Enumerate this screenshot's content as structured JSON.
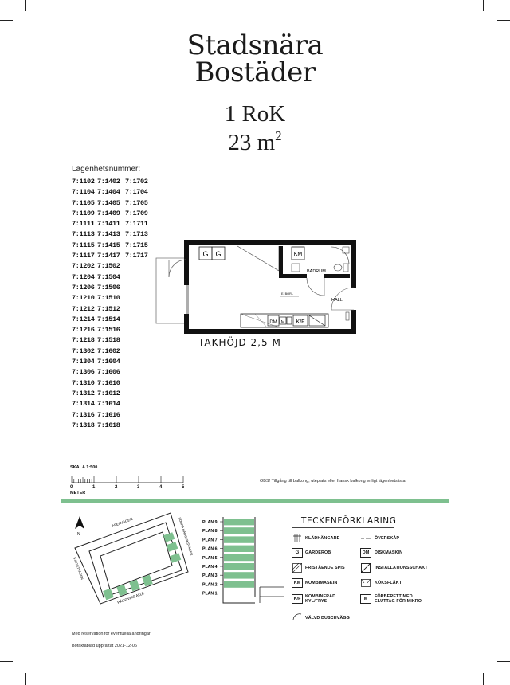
{
  "brand": {
    "line1": "Stadsnära",
    "line2": "Bostäder"
  },
  "apartment": {
    "rooms": "1 RoK",
    "area_value": "23 m",
    "area_sup": "2"
  },
  "units": {
    "title": "Lägenhetsnummer:",
    "col1": [
      "7:1102",
      "7:1104",
      "7:1105",
      "7:1109",
      "7:1111",
      "7:1113",
      "7:1115",
      "7:1117",
      "7:1202",
      "7:1204",
      "7:1206",
      "7:1210",
      "7:1212",
      "7:1214",
      "7:1216",
      "7:1218",
      "7:1302",
      "7:1304",
      "7:1306",
      "7:1310",
      "7:1312",
      "7:1314",
      "7:1316",
      "7:1318"
    ],
    "col2": [
      "7:1402",
      "7:1404",
      "7:1405",
      "7:1409",
      "7:1411",
      "7:1413",
      "7:1415",
      "7:1417",
      "7:1502",
      "7:1504",
      "7:1506",
      "7:1510",
      "7:1512",
      "7:1514",
      "7:1516",
      "7:1518",
      "7:1602",
      "7:1604",
      "7:1606",
      "7:1610",
      "7:1612",
      "7:1614",
      "7:1616",
      "7:1618"
    ],
    "col3": [
      "7:1702",
      "7:1704",
      "7:1705",
      "7:1709",
      "7:1711",
      "7:1713",
      "7:1715",
      "7:1717"
    ]
  },
  "floorplan": {
    "g_label": "G",
    "km_label": "KM",
    "badrum": "BADRUM",
    "hall": "HALL",
    "kf_label": "K/F",
    "dm_label": "DM",
    "m_label": "M",
    "bench_label": "E. BORL",
    "ceiling": "TAKHÖJD 2,5 M"
  },
  "scale": {
    "label": "SKALA 1:500",
    "ticks": [
      "0",
      "1",
      "2",
      "3",
      "4",
      "5"
    ],
    "unit": "METER"
  },
  "balcony_note": "OBS! Tillgång till balkong, uteplats eller fransk balkong enligt lägenhetslista.",
  "siteplan": {
    "north": "N",
    "street_top": "ABEAVÄGEN",
    "street_left": "STAGETVÄGEN",
    "street_right": "SÖDRA HÄGGVIKSVÄGEN",
    "street_bottom": "HÄGGVIKS ALLE"
  },
  "floors": [
    "PLAN 9",
    "PLAN 8",
    "PLAN 7",
    "PLAN 6",
    "PLAN 5",
    "PLAN 4",
    "PLAN 3",
    "PLAN 2",
    "PLAN 1"
  ],
  "legend": {
    "title": "TECKENFÖRKLARING",
    "items": {
      "hanger": "KLÄDHÄNGARE",
      "overskap": "ÖVERSKÅP",
      "gard": "GARDEROB",
      "disk": "DISKMASKIN",
      "spis": "FRISTÅENDE SPIS",
      "schakt": "INSTALLATIONSSCHAKT",
      "flakt": "KÖKSFLÄKT",
      "kombi": "KOMBIMASKIN",
      "kylfrys": "KOMBINERAD\nKYL/FRYS",
      "mikro": "FÖRBERETT MED\nELUTTAG FÖR MIKRO",
      "valvd": "VÄLVD DUSCHVÄGG"
    },
    "icons": {
      "gard": "G",
      "disk": "DM",
      "kombi": "KM",
      "kylfrys": "K/F",
      "mikro": "M"
    }
  },
  "footer": {
    "reservation": "Med reservation för eventuella ändringar.",
    "date": "Bofaktablad upprättat 2021-12-06"
  },
  "colors": {
    "accent_green": "#7ec08f",
    "ink": "#1b1b1b"
  }
}
